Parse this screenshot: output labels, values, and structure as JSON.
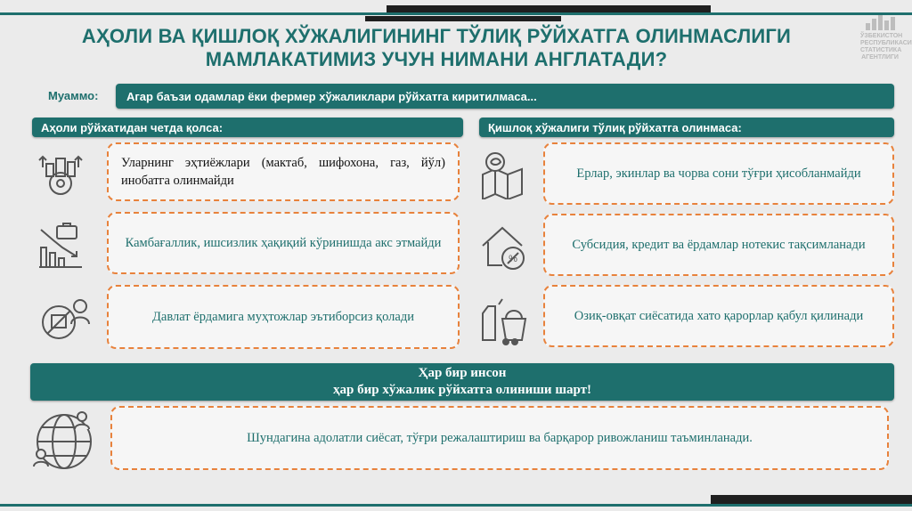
{
  "title": {
    "line1": "АҲОЛИ ВА ҚИШЛОҚ ХЎЖАЛИГИНИНГ ТЎЛИҚ РЎЙХАТГА ОЛИНМАСЛИГИ",
    "line2": "МАМЛАКАТИМИЗ УЧУН НИМАНИ АНГЛАТАДИ?"
  },
  "problem": {
    "label": "Муаммо:",
    "text": "Агар баъзи одамлар ёки фермер хўжаликлари рўйхатга киритилмаса..."
  },
  "left": {
    "header": "Аҳоли рўйхатидан четда қолса:",
    "items": [
      {
        "text": "Уларнинг эҳтиёжлари (мактаб, шифохона, газ, йўл) инобатга олинмайди",
        "icon": "infrastructure-icon"
      },
      {
        "text": "Камбағаллик, ишсизлик ҳақиқий кўринишда акс этмайди",
        "icon": "declining-chart-briefcase-icon"
      },
      {
        "text": "Давлат ёрдамига муҳтожлар эътиборсиз қолади",
        "icon": "excluded-person-icon"
      }
    ]
  },
  "right": {
    "header": "Қишлоқ хўжалиги тўлиқ рўйхатга олинмаса:",
    "items": [
      {
        "text": "Ерлар, экинлар ва чорва сони тўғри ҳисобланмайди",
        "icon": "land-map-icon"
      },
      {
        "text": "Субсидия, кредит ва ёрдамлар нотекис тақсимланади",
        "icon": "house-percent-icon"
      },
      {
        "text": "Озиқ-овқат сиёсатида хато қарорлар қабул қилинади",
        "icon": "food-groceries-icon"
      }
    ]
  },
  "band": {
    "line1": "Ҳар бир инсон",
    "line2": "ҳар бир хўжалик рўйхатга олиниши шарт!"
  },
  "conclusion": {
    "text": "Шундагина адолатли сиёсат, тўғри режалаштириш ва барқарор ривожланиш таъминланади.",
    "icon": "global-network-people-icon"
  },
  "logo": {
    "lines": [
      "ЎЗБЕКИСТОН",
      "РЕСПУБЛИКАСИ",
      "СТАТИСТИКА",
      "АГЕНТЛИГИ"
    ]
  },
  "colors": {
    "accent": "#1e6f6d",
    "dashed_border": "#e8823c",
    "background": "#ebebeb"
  }
}
